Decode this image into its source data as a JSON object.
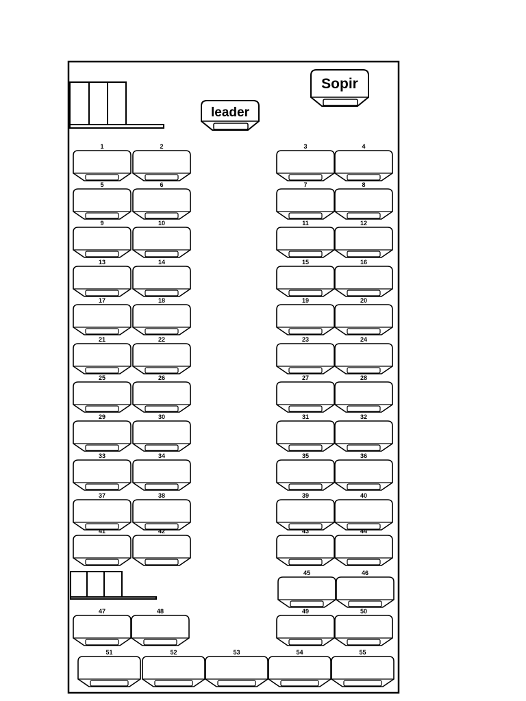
{
  "diagram": {
    "driver_label": "Sopir",
    "leader_label": "leader",
    "seats": [
      "1",
      "2",
      "3",
      "4",
      "5",
      "6",
      "7",
      "8",
      "9",
      "10",
      "11",
      "12",
      "13",
      "14",
      "15",
      "16",
      "17",
      "18",
      "19",
      "20",
      "21",
      "22",
      "23",
      "24",
      "25",
      "26",
      "27",
      "28",
      "29",
      "30",
      "31",
      "32",
      "33",
      "34",
      "35",
      "36",
      "37",
      "38",
      "39",
      "40",
      "41",
      "42",
      "43",
      "44",
      "45",
      "46",
      "47",
      "48",
      "49",
      "50",
      "51",
      "52",
      "53",
      "54",
      "55"
    ]
  }
}
